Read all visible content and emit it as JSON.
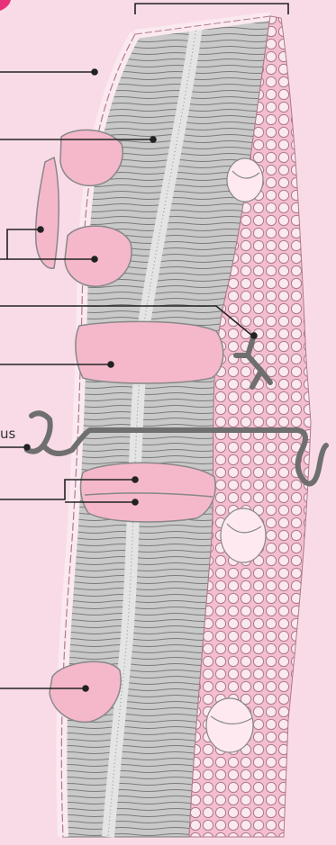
{
  "diagram": {
    "partial_label": "us",
    "colors": {
      "background": "#f9dbe7",
      "membrane_core": "#d2d2d2",
      "lipid_tail_line": "#7b7b7b",
      "head_fill": "#fbe9f0",
      "head_stroke": "#b07a8c",
      "protein_fill": "#f5b8cb",
      "protein_stroke": "#888888",
      "leader_line": "#222222",
      "chain": "#6f6f6f"
    },
    "icons": [
      "bracket",
      "transmembrane-protein",
      "peripheral-protein",
      "glycolipid-chain",
      "channel-pore"
    ]
  }
}
